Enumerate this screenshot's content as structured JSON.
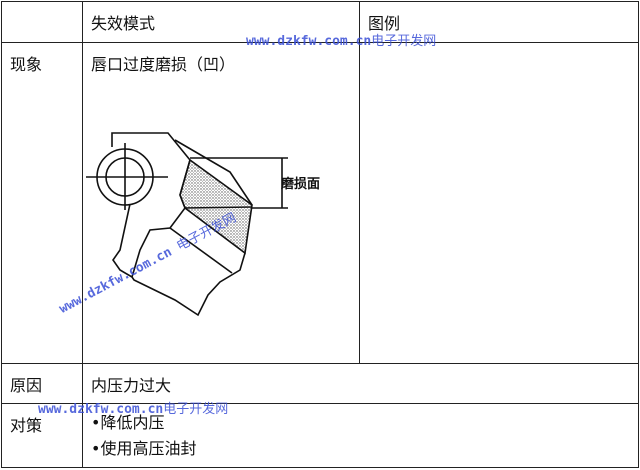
{
  "header": {
    "col1": "",
    "col2": "失效模式",
    "col3": "图例"
  },
  "rows": [
    {
      "label": "现象",
      "content": [
        "唇口过度磨损（凹）"
      ]
    },
    {
      "label": "原因",
      "content": [
        "内压力过大"
      ]
    },
    {
      "label": "对策",
      "content": [
        "•降低内压",
        "•使用高压油封"
      ]
    }
  ],
  "figure": {
    "annotation": "磨损面"
  },
  "watermark": {
    "url": "www.dzkfw.com.cn",
    "name": "电子开发网"
  }
}
